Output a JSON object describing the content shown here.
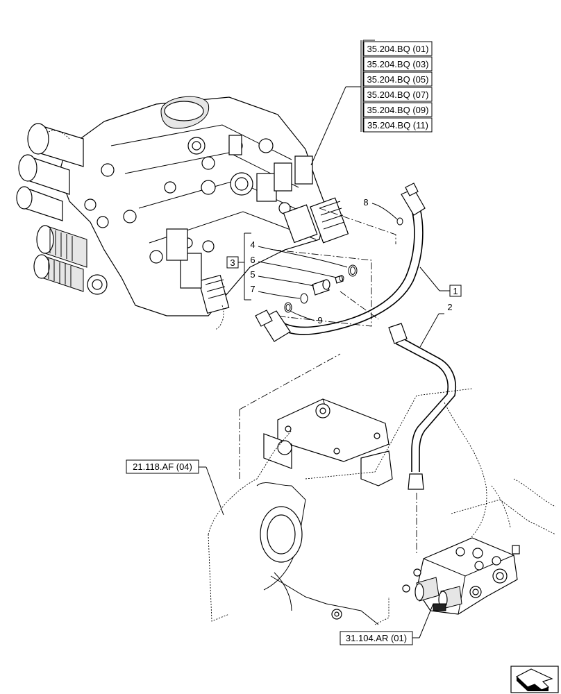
{
  "references": {
    "stacked": [
      "35.204.BQ (01)",
      "35.204.BQ (03)",
      "35.204.BQ (05)",
      "35.204.BQ (07)",
      "35.204.BQ (09)",
      "35.204.BQ (11)"
    ],
    "frame": "21.118.AF (04)",
    "valve": "31.104.AR (01)"
  },
  "callouts": {
    "c1": "1",
    "c2": "2",
    "c3": "3",
    "c4": "4",
    "c5": "5",
    "c6": "6",
    "c7": "7",
    "c8": "8",
    "c9": "9"
  },
  "icons": {
    "nav": "next-page-arrow-icon"
  }
}
